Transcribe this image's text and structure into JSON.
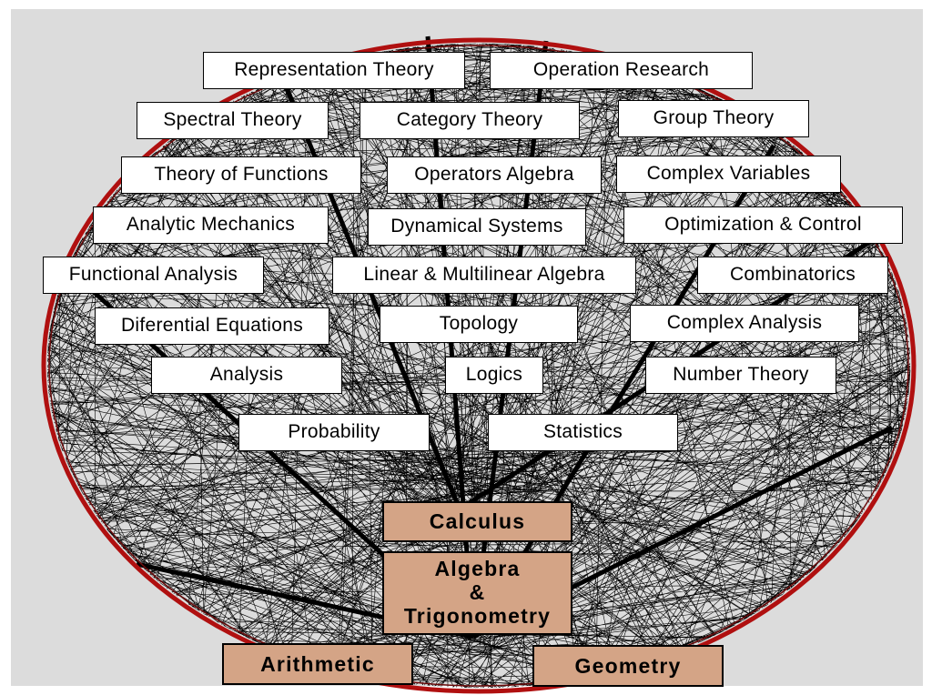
{
  "colors": {
    "background": "#dcdcdc",
    "node_ring": "#b01010",
    "edges": "#000000",
    "topic_fill": "#ffffff",
    "base_fill": "#d4a486"
  },
  "topics": {
    "representation_theory": "Representation Theory",
    "operation_research": "Operation Research",
    "spectral_theory": "Spectral Theory",
    "category_theory": "Category Theory",
    "group_theory": "Group Theory",
    "theory_of_functions": "Theory of Functions",
    "operators_algebra": "Operators Algebra",
    "complex_variables": "Complex Variables",
    "analytic_mechanics": "Analytic Mechanics",
    "dynamical_systems": "Dynamical Systems",
    "optimization_control": "Optimization & Control",
    "functional_analysis": "Functional Analysis",
    "linear_multilinear_algebra": "Linear & Multilinear Algebra",
    "combinatorics": "Combinatorics",
    "differential_equations": "Diferential Equations",
    "topology": "Topology",
    "complex_analysis": "Complex Analysis",
    "analysis": "Analysis",
    "logics": "Logics",
    "number_theory": "Number Theory",
    "probability": "Probability",
    "statistics": "Statistics"
  },
  "foundations": {
    "calculus": "Calculus",
    "algebra_line1": "Algebra",
    "algebra_line2": "&",
    "algebra_line3": "Trigonometry",
    "arithmetic": "Arithmetic",
    "geometry": "Geometry"
  }
}
